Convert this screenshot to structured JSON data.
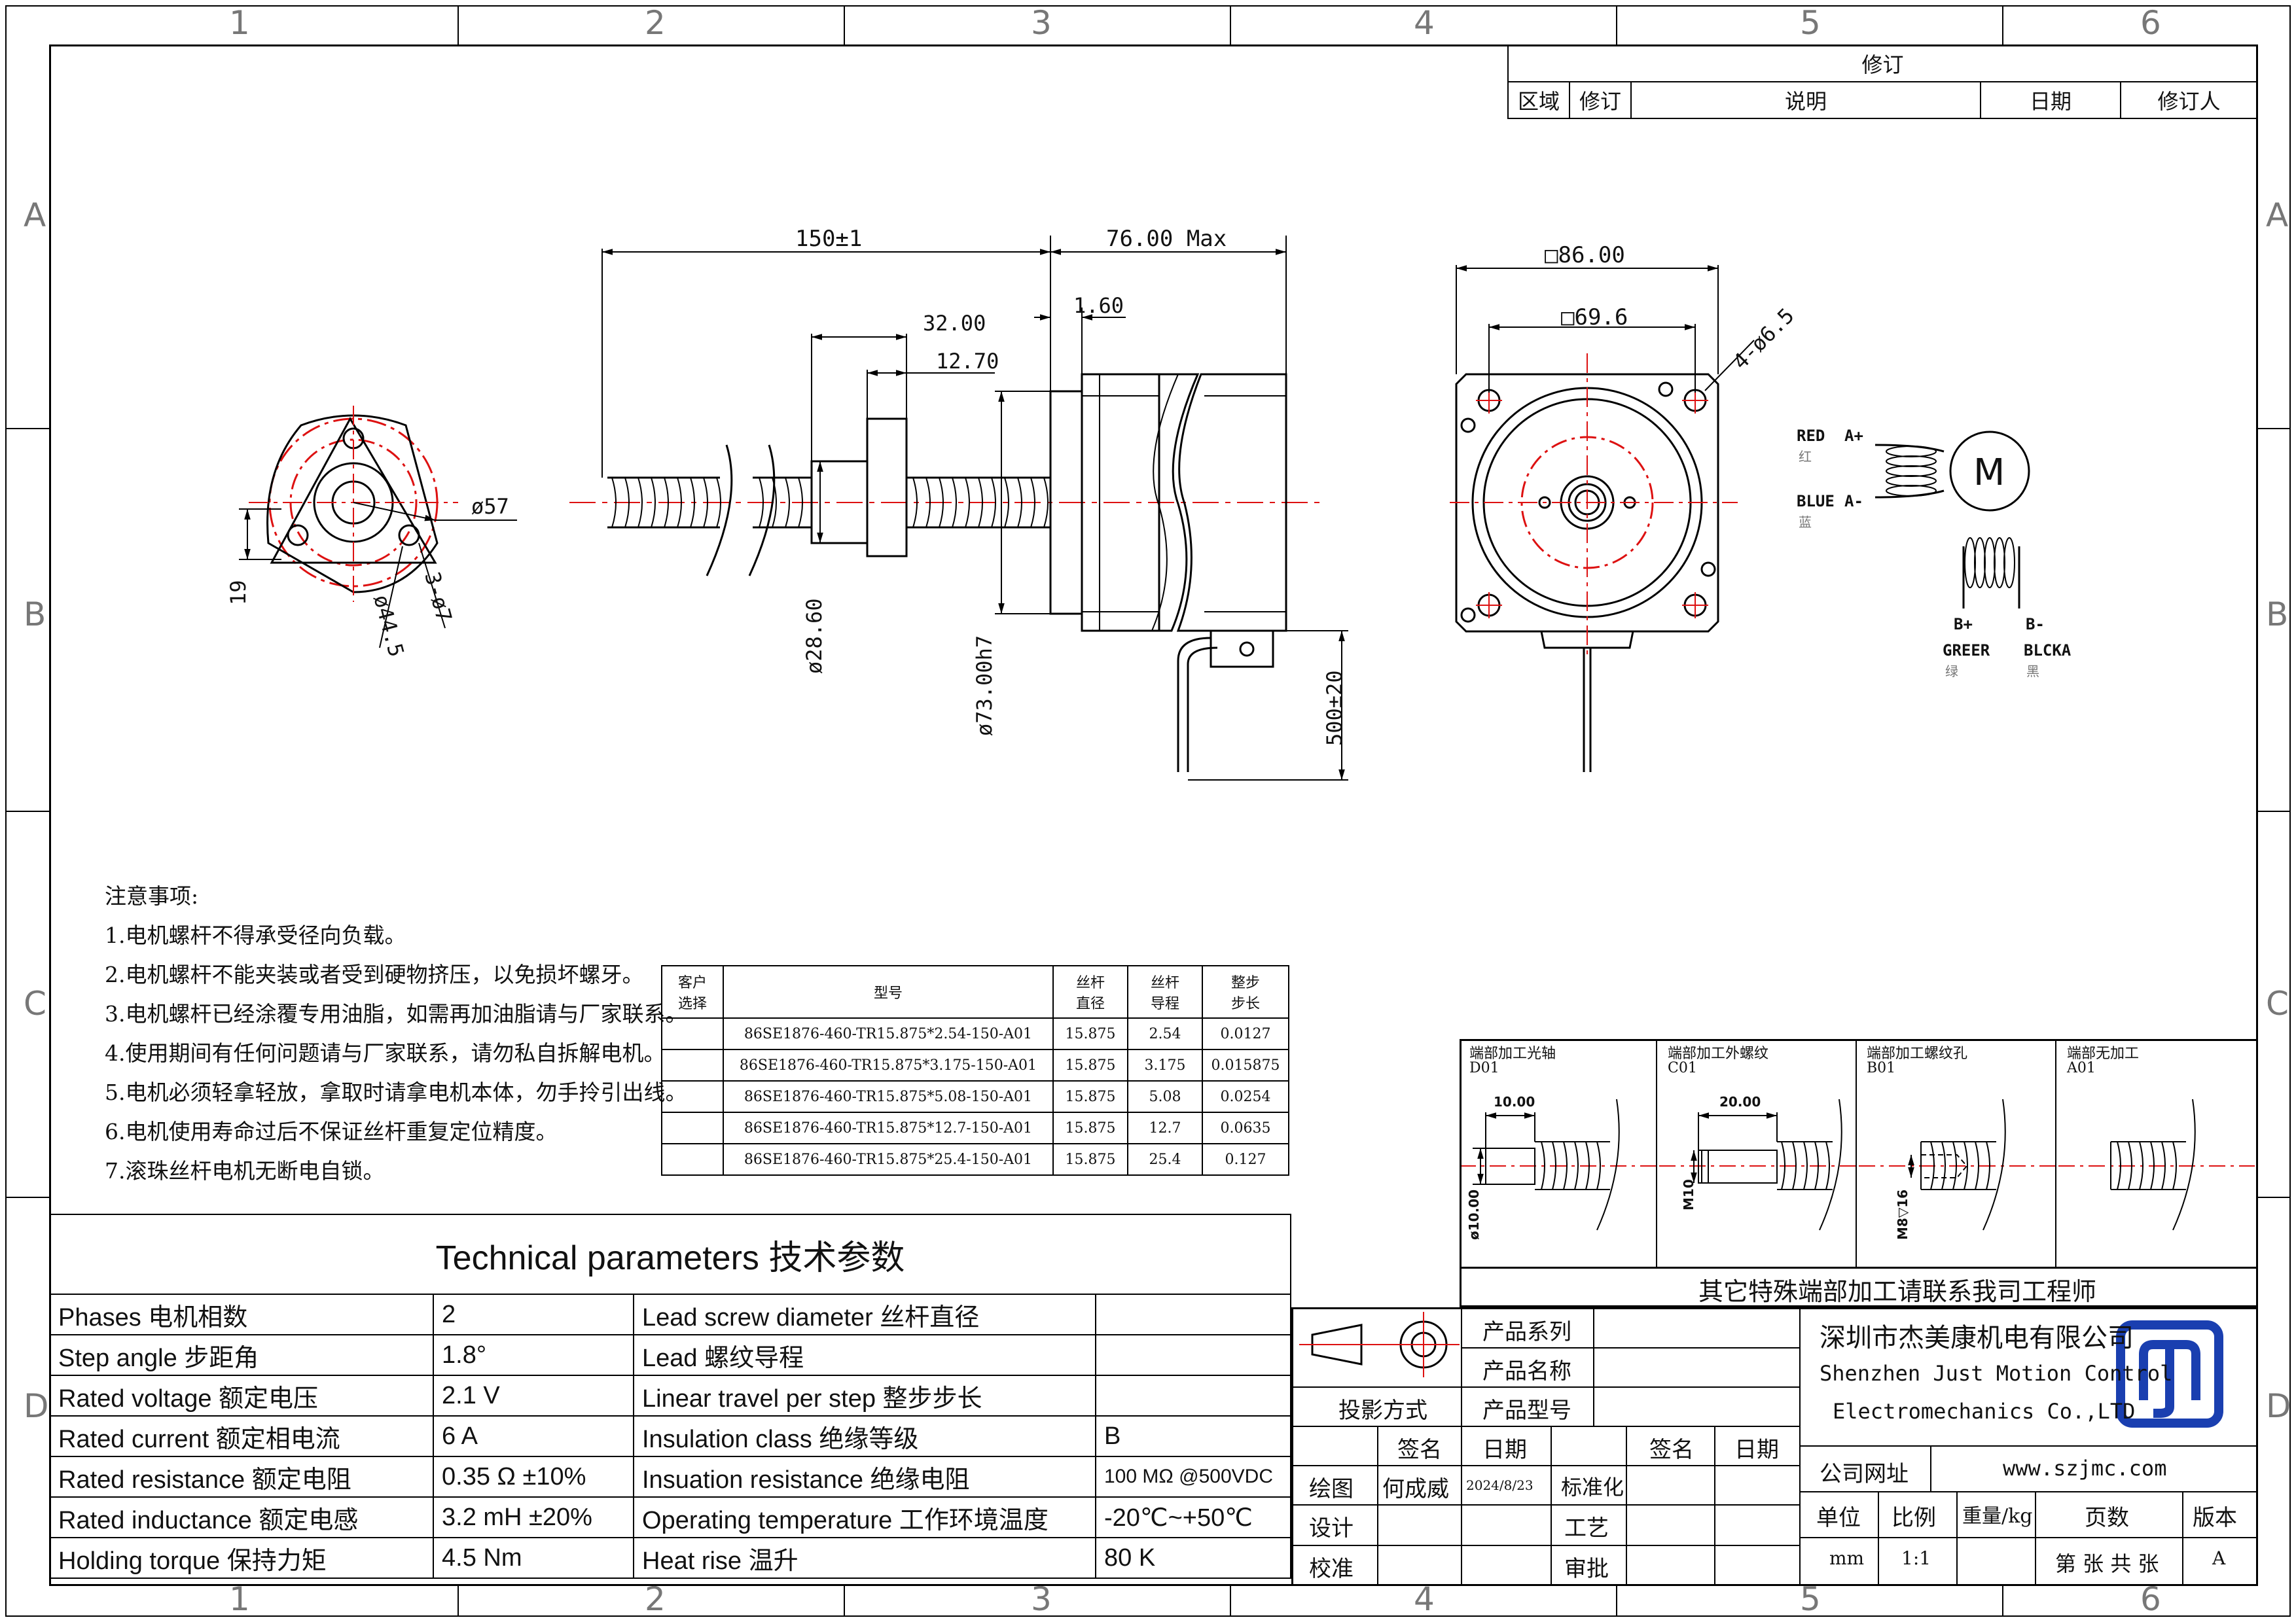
{
  "grid": {
    "cols": [
      "1",
      "2",
      "3",
      "4",
      "5",
      "6"
    ],
    "rows": [
      "A",
      "B",
      "C",
      "D"
    ]
  },
  "revision": {
    "title": "修订",
    "headers": [
      "区域",
      "修订",
      "说明",
      "日期",
      "修订人"
    ]
  },
  "dims": {
    "total_len": "150±1",
    "motor_len": "76.00 Max",
    "d32": "32.00",
    "d160": "1.60",
    "d1270": "12.70",
    "phi2860": "ø28.60",
    "phi73": "ø73.00h7",
    "lead_len": "500±20",
    "phi57": "ø57",
    "phi445": "ø44.5",
    "holes3": "3-ø7",
    "d19": "19",
    "sq86": "□86.00",
    "sq696": "□69.6",
    "holes4": "4-ø6.5"
  },
  "wiring": {
    "red": "RED",
    "red_cn": "红",
    "a_plus": "A+",
    "blue": "BLUE",
    "blue_cn": "蓝",
    "a_minus": "A-",
    "motor": "M",
    "b_plus": "B+",
    "b_minus": "B-",
    "green": "GREER",
    "green_cn": "绿",
    "black": "BLCKA",
    "black_cn": "黑"
  },
  "notes": {
    "title": "注意事项:",
    "items": [
      "1.电机螺杆不得承受径向负载。",
      "2.电机螺杆不能夹装或者受到硬物挤压，以免损坏螺牙。",
      "3.电机螺杆已经涂覆专用油脂，如需再加油脂请与厂家联系。",
      "4.使用期间有任何问题请与厂家联系，请勿私自拆解电机。",
      "5.电机必须轻拿轻放，拿取时请拿电机本体，勿手拎引出线。",
      "6.电机使用寿命过后不保证丝杆重复定位精度。",
      "7.滚珠丝杆电机无断电自锁。"
    ]
  },
  "models": {
    "headers": [
      "客户\n选择",
      "型号",
      "丝杆\n直径",
      "丝杆\n导程",
      "整步\n步长"
    ],
    "rows": [
      [
        "",
        "86SE1876-460-TR15.875*2.54-150-A01",
        "15.875",
        "2.54",
        "0.0127"
      ],
      [
        "",
        "86SE1876-460-TR15.875*3.175-150-A01",
        "15.875",
        "3.175",
        "0.015875"
      ],
      [
        "",
        "86SE1876-460-TR15.875*5.08-150-A01",
        "15.875",
        "5.08",
        "0.0254"
      ],
      [
        "",
        "86SE1876-460-TR15.875*12.7-150-A01",
        "15.875",
        "12.7",
        "0.0635"
      ],
      [
        "",
        "86SE1876-460-TR15.875*25.4-150-A01",
        "15.875",
        "25.4",
        "0.127"
      ]
    ]
  },
  "ends": {
    "panels": [
      {
        "title": "端部加工光轴",
        "code": "D01",
        "dim1": "10.00",
        "dim2": "ø10.00"
      },
      {
        "title": "端部加工外螺纹",
        "code": "C01",
        "dim1": "20.00",
        "dim2": "M10"
      },
      {
        "title": "端部加工螺纹孔",
        "code": "B01",
        "dim1": "",
        "dim2": "M8▽16"
      },
      {
        "title": "端部无加工",
        "code": "A01",
        "dim1": "",
        "dim2": ""
      }
    ],
    "footer": "其它特殊端部加工请联系我司工程师"
  },
  "tech": {
    "title": "Technical parameters 技术参数",
    "rows": [
      [
        "Phases 电机相数",
        "2",
        "Lead screw diameter 丝杆直径",
        ""
      ],
      [
        "Step angle 步距角",
        "1.8°",
        "Lead 螺纹导程",
        ""
      ],
      [
        "Rated voltage 额定电压",
        "2.1 V",
        "Linear travel per step 整步步长",
        ""
      ],
      [
        "Rated current 额定相电流",
        "6 A",
        "Insulation class 绝缘等级",
        "B"
      ],
      [
        "Rated resistance 额定电阻",
        "0.35 Ω  ±10%",
        "Insuation resistance 绝缘电阻",
        "100 MΩ @500VDC"
      ],
      [
        "Rated inductance 额定电感",
        "3.2 mH ±20%",
        "Operating temperature 工作环境温度",
        "-20℃~+50℃"
      ],
      [
        "Holding torque 保持力矩",
        "4.5 Nm",
        "Heat rise 温升",
        "80 K"
      ]
    ]
  },
  "titleblock": {
    "projection": "投影方式",
    "series": "产品系列",
    "name": "产品名称",
    "model": "产品型号",
    "sign": "签名",
    "date": "日期",
    "draw": "绘图",
    "drawer": "何成威",
    "draw_date": "2024/8/23",
    "standard": "标准化",
    "design": "设计",
    "process": "工艺",
    "check": "校准",
    "approve": "审批",
    "company_cn": "深圳市杰美康机电有限公司",
    "company_en1": "Shenzhen Just Motion Control",
    "company_en2": "Electromechanics Co.,LTD",
    "website_label": "公司网址",
    "website": "www.szjmc.com",
    "unit": "单位",
    "scale": "比例",
    "weight": "重量/kg",
    "pages": "页数",
    "version": "版本",
    "unit_val": "mm",
    "scale_val": "1:1",
    "pages_val": "第 张 共 张",
    "version_val": "A"
  },
  "colors": {
    "red": "#d11",
    "logo": "#1a3fb0"
  }
}
